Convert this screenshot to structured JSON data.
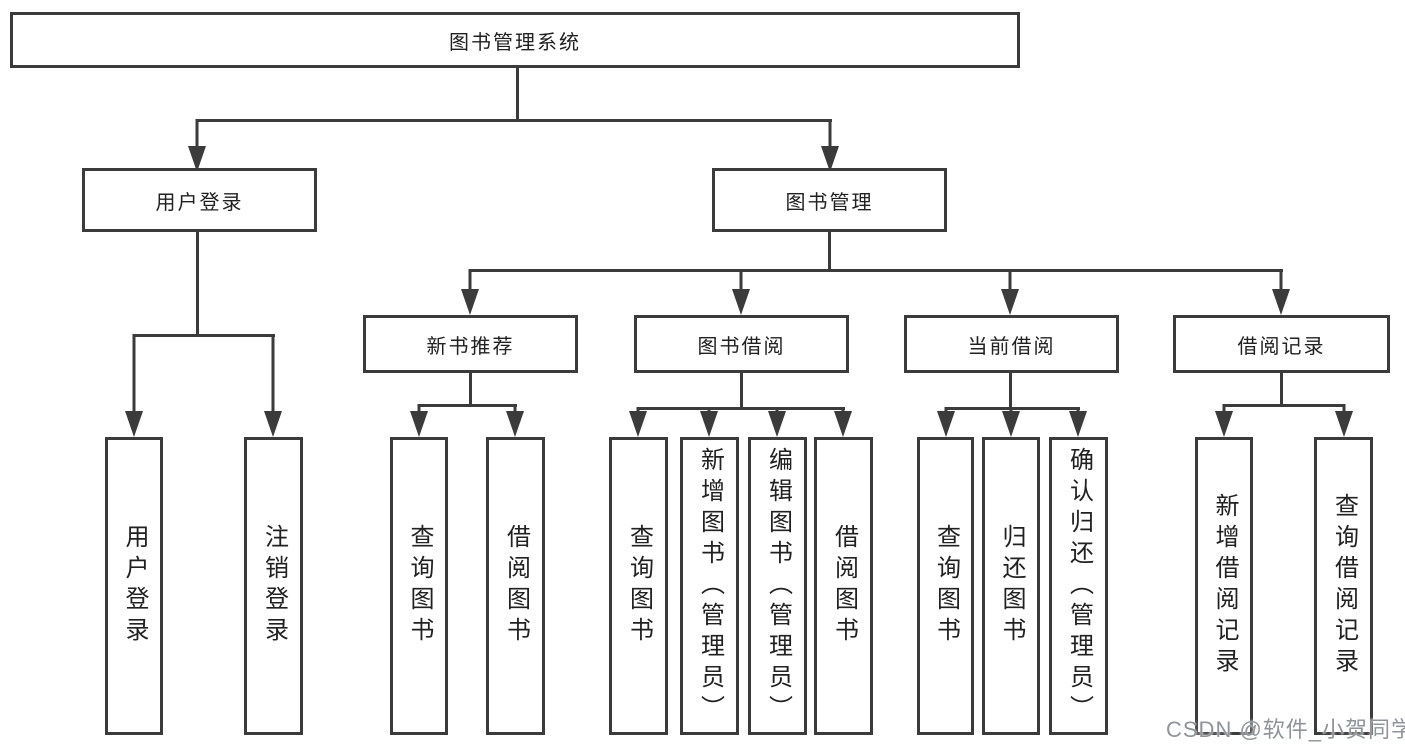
{
  "diagram": {
    "root": "图书管理系统",
    "branches": [
      {
        "label": "用户登录",
        "children": [
          {
            "label": "用户登录"
          },
          {
            "label": "注销登录"
          }
        ]
      },
      {
        "label": "图书管理",
        "children": [
          {
            "label": "新书推荐",
            "children": [
              {
                "label": "查询图书"
              },
              {
                "label": "借阅图书"
              }
            ]
          },
          {
            "label": "图书借阅",
            "children": [
              {
                "label": "查询图书"
              },
              {
                "label": "新增图书（管理员）"
              },
              {
                "label": "编辑图书（管理员）"
              },
              {
                "label": "借阅图书"
              }
            ]
          },
          {
            "label": "当前借阅",
            "children": [
              {
                "label": "查询图书"
              },
              {
                "label": "归还图书"
              },
              {
                "label": "确认归还（管理员）"
              }
            ]
          },
          {
            "label": "借阅记录",
            "children": [
              {
                "label": "新增借阅记录"
              },
              {
                "label": "查询借阅记录"
              }
            ]
          }
        ]
      }
    ]
  },
  "watermark": {
    "text": "CSDN @软件_小贺同学"
  },
  "colors": {
    "line": "#3b3b3b",
    "text": "#212121",
    "watermark": "#8e949a",
    "background": "#ffffff"
  }
}
